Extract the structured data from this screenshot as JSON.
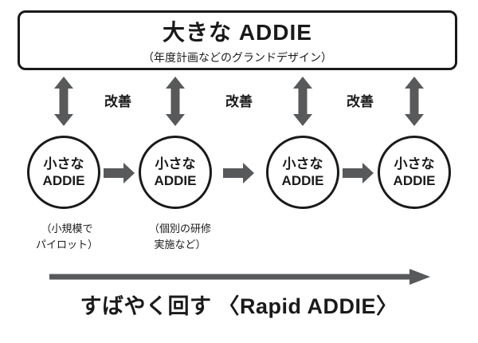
{
  "colors": {
    "arrow": "#58595b",
    "line": "#1a1a1a",
    "text": "#1a1a1a",
    "background": "#ffffff"
  },
  "header": {
    "title": "大きな ADDIE",
    "subtitle": "（年度計画などのグランドデザイン）"
  },
  "cycle": {
    "improvement_labels": [
      "改善",
      "改善",
      "改善"
    ],
    "circles": [
      {
        "line1": "小さな",
        "line2": "ADDIE"
      },
      {
        "line1": "小さな",
        "line2": "ADDIE"
      },
      {
        "line1": "小さな",
        "line2": "ADDIE"
      },
      {
        "line1": "小さな",
        "line2": "ADDIE"
      }
    ],
    "notes": [
      {
        "line1": "（小規模で",
        "line2": "パイロット）"
      },
      {
        "line1": "（個別の研修",
        "line2": "実施など）"
      }
    ]
  },
  "footer": {
    "caption": "すばやく回す 〈Rapid ADDIE〉"
  }
}
